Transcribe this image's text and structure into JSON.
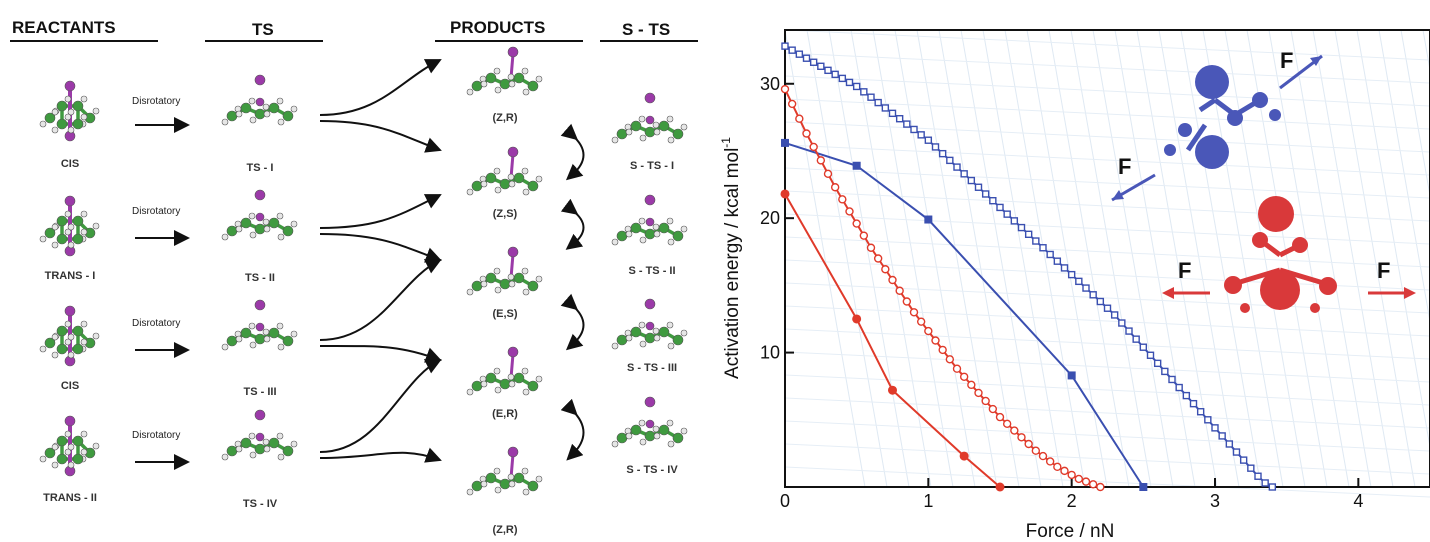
{
  "scheme": {
    "headers": {
      "reactants": "REACTANTS",
      "ts": "TS",
      "products": "PRODUCTS",
      "sts": "S - TS"
    },
    "reactants": [
      "CIS",
      "TRANS - I",
      "CIS",
      "TRANS - II"
    ],
    "arrow_label": "Disrotatory",
    "ts": [
      "TS - I",
      "TS - II",
      "TS - III",
      "TS - IV"
    ],
    "products": [
      "(Z,R)",
      "(Z,S)",
      "(E,S)",
      "(E,R)",
      "(Z,R)"
    ],
    "sts": [
      "S - TS - I",
      "S - TS - II",
      "S - TS - III",
      "S - TS - IV"
    ],
    "colors": {
      "carbon": "#3f9a3f",
      "hydrogen": "#e6e6e6",
      "iodine": "#9b3aa8"
    }
  },
  "force_labels": {
    "blue": "F",
    "red": "F"
  },
  "chart_data": {
    "type": "line",
    "xlabel": "Force / nN",
    "ylabel": "Activation energy / kcal mol",
    "ylabel_sup": "-1",
    "xlim": [
      0,
      4.5
    ],
    "ylim": [
      0,
      34
    ],
    "xticks": [
      0,
      1,
      2,
      3,
      4
    ],
    "yticks": [
      10,
      20,
      30
    ],
    "series": [
      {
        "color": "#3a4fb0",
        "marker": "square-open",
        "x": [
          0,
          0.05,
          0.1,
          0.15,
          0.2,
          0.25,
          0.3,
          0.35,
          0.4,
          0.45,
          0.5,
          0.55,
          0.6,
          0.65,
          0.7,
          0.75,
          0.8,
          0.85,
          0.9,
          0.95,
          1.0,
          1.05,
          1.1,
          1.15,
          1.2,
          1.25,
          1.3,
          1.35,
          1.4,
          1.45,
          1.5,
          1.55,
          1.6,
          1.65,
          1.7,
          1.75,
          1.8,
          1.85,
          1.9,
          1.95,
          2.0,
          2.05,
          2.1,
          2.15,
          2.2,
          2.25,
          2.3,
          2.35,
          2.4,
          2.45,
          2.5,
          2.55,
          2.6,
          2.65,
          2.7,
          2.75,
          2.8,
          2.85,
          2.9,
          2.95,
          3.0,
          3.05,
          3.1,
          3.15,
          3.2,
          3.25,
          3.3,
          3.35,
          3.4
        ],
        "y": [
          32.8,
          32.5,
          32.2,
          31.9,
          31.6,
          31.3,
          31.0,
          30.7,
          30.4,
          30.1,
          29.8,
          29.4,
          29.0,
          28.6,
          28.2,
          27.8,
          27.4,
          27.0,
          26.6,
          26.2,
          25.8,
          25.3,
          24.8,
          24.3,
          23.8,
          23.3,
          22.8,
          22.3,
          21.8,
          21.3,
          20.8,
          20.3,
          19.8,
          19.3,
          18.8,
          18.3,
          17.8,
          17.3,
          16.8,
          16.3,
          15.8,
          15.3,
          14.8,
          14.3,
          13.8,
          13.3,
          12.8,
          12.2,
          11.6,
          11.0,
          10.4,
          9.8,
          9.2,
          8.6,
          8.0,
          7.4,
          6.8,
          6.2,
          5.6,
          5.0,
          4.4,
          3.8,
          3.2,
          2.6,
          2.0,
          1.4,
          0.8,
          0.3,
          0.0
        ]
      },
      {
        "color": "#3a4fb0",
        "marker": "square-filled",
        "x": [
          0,
          0.5,
          1.0,
          2.0,
          2.5
        ],
        "y": [
          25.6,
          23.9,
          19.9,
          8.3,
          0.0
        ]
      },
      {
        "color": "#e03a2a",
        "marker": "circle-open",
        "x": [
          0,
          0.05,
          0.1,
          0.15,
          0.2,
          0.25,
          0.3,
          0.35,
          0.4,
          0.45,
          0.5,
          0.55,
          0.6,
          0.65,
          0.7,
          0.75,
          0.8,
          0.85,
          0.9,
          0.95,
          1.0,
          1.05,
          1.1,
          1.15,
          1.2,
          1.25,
          1.3,
          1.35,
          1.4,
          1.45,
          1.5,
          1.55,
          1.6,
          1.65,
          1.7,
          1.75,
          1.8,
          1.85,
          1.9,
          1.95,
          2.0,
          2.05,
          2.1,
          2.15,
          2.2
        ],
        "y": [
          29.6,
          28.5,
          27.4,
          26.3,
          25.3,
          24.3,
          23.3,
          22.3,
          21.4,
          20.5,
          19.6,
          18.7,
          17.8,
          17.0,
          16.2,
          15.4,
          14.6,
          13.8,
          13.0,
          12.3,
          11.6,
          10.9,
          10.2,
          9.5,
          8.8,
          8.2,
          7.6,
          7.0,
          6.4,
          5.8,
          5.2,
          4.7,
          4.2,
          3.7,
          3.2,
          2.7,
          2.3,
          1.9,
          1.5,
          1.2,
          0.9,
          0.6,
          0.4,
          0.2,
          0.0
        ]
      },
      {
        "color": "#e03a2a",
        "marker": "circle-filled",
        "x": [
          0,
          0.5,
          0.75,
          1.25,
          1.5
        ],
        "y": [
          21.8,
          12.5,
          7.2,
          2.3,
          0.0
        ]
      }
    ]
  }
}
